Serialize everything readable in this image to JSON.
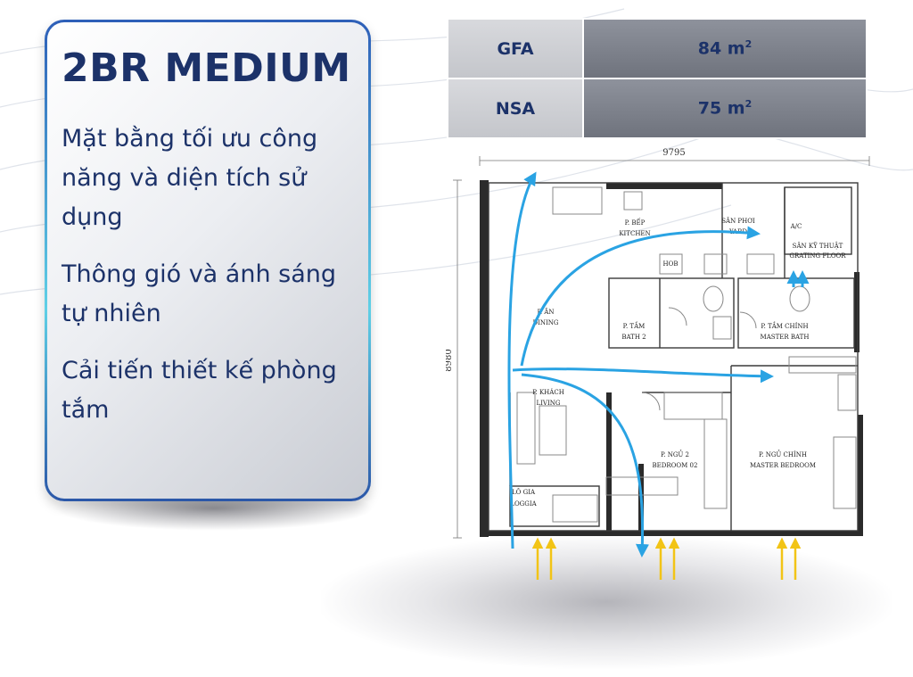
{
  "card": {
    "title": "2BR MEDIUM",
    "features": [
      "Mặt bằng tối ưu công năng và diện tích sử dụng",
      "Thông gió và ánh sáng tự nhiên",
      "Cải tiến thiết kế phòng tắm"
    ]
  },
  "specs": {
    "gfa_label": "GFA",
    "gfa_value": "84 m",
    "nsa_label": "NSA",
    "nsa_value": "75 m",
    "unit_sup": "2"
  },
  "floorplan": {
    "dim_width": "9795",
    "dim_height": "8980",
    "rooms": {
      "kitchen_vn": "P. BẾP",
      "kitchen_en": "KITCHEN",
      "drying_vn": "SÂN PHƠI",
      "drying_en": "YARD",
      "ac": "A/C",
      "tech_vn": "SÂN KỸ THUẬT",
      "tech_en": "GRATING FLOOR",
      "hob": "HOB",
      "dining_vn": "P. ĂN",
      "dining_en": "DINING",
      "bath2_vn": "P. TẮM",
      "bath2_en": "BATH 2",
      "master_bath_vn": "P. TẮM CHÍNH",
      "master_bath_en": "MASTER BATH",
      "living_vn": "P. KHÁCH",
      "living_en": "LIVING",
      "bed2_vn": "P. NGỦ 2",
      "bed2_en": "BEDROOM 02",
      "master_bed_vn": "P. NGỦ CHÍNH",
      "master_bed_en": "MASTER BEDROOM",
      "loggia_vn": "LÔ GIA",
      "loggia_en": "LOGGIA"
    }
  },
  "colors": {
    "navy": "#1c3269",
    "airflow": "#2aa3e3",
    "light": "#f2c416"
  }
}
